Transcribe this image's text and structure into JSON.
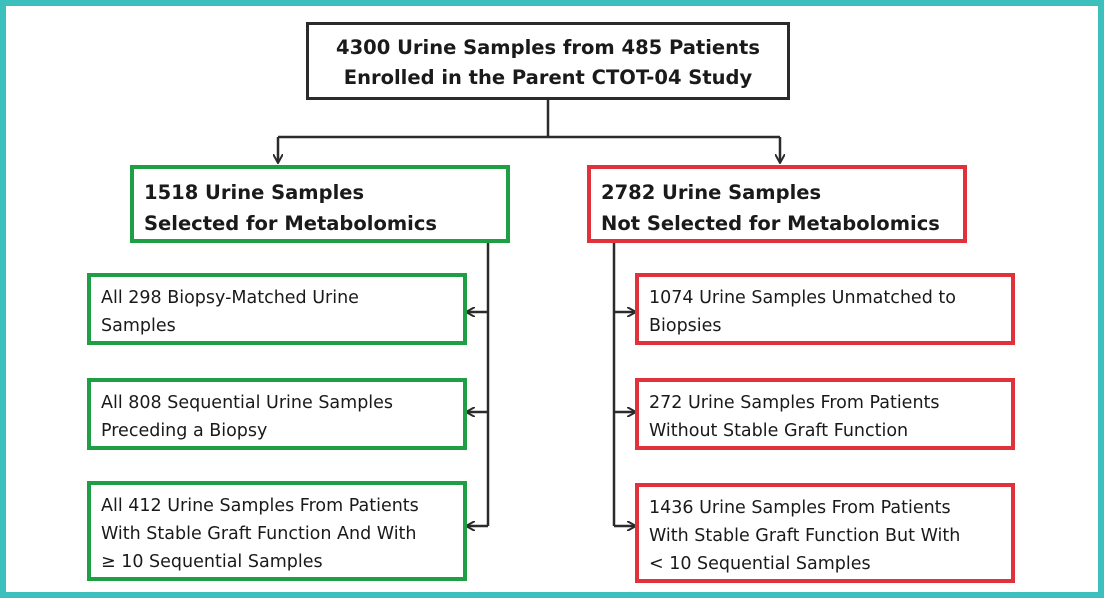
{
  "top": {
    "line1": "4300 Urine Samples from 485 Patients",
    "line2": "Enrolled in the Parent CTOT-04 Study"
  },
  "left": {
    "header": {
      "line1": "1518 Urine Samples",
      "line2": "Selected for Metabolomics"
    },
    "items": [
      {
        "lines": [
          "All 298 Biopsy-Matched Urine",
          "Samples"
        ]
      },
      {
        "lines": [
          "All 808 Sequential Urine Samples",
          "Preceding a Biopsy"
        ]
      },
      {
        "lines": [
          "All 412 Urine Samples From Patients",
          "With Stable Graft Function And With",
          "≥ 10 Sequential Samples"
        ]
      }
    ]
  },
  "right": {
    "header": {
      "line1": "2782 Urine Samples",
      "line2": "Not Selected for Metabolomics"
    },
    "items": [
      {
        "lines": [
          "1074 Urine Samples Unmatched to",
          "Biopsies"
        ]
      },
      {
        "lines": [
          "272 Urine Samples From Patients",
          "Without Stable Graft Function"
        ]
      },
      {
        "lines": [
          "1436 Urine Samples From Patients",
          "With Stable Graft Function But With",
          "< 10 Sequential Samples"
        ]
      }
    ]
  },
  "colors": {
    "frame": "#3dbfbd",
    "selected": "#1e9e45",
    "not_selected": "#e0323a",
    "connector": "#2b2b2b"
  }
}
